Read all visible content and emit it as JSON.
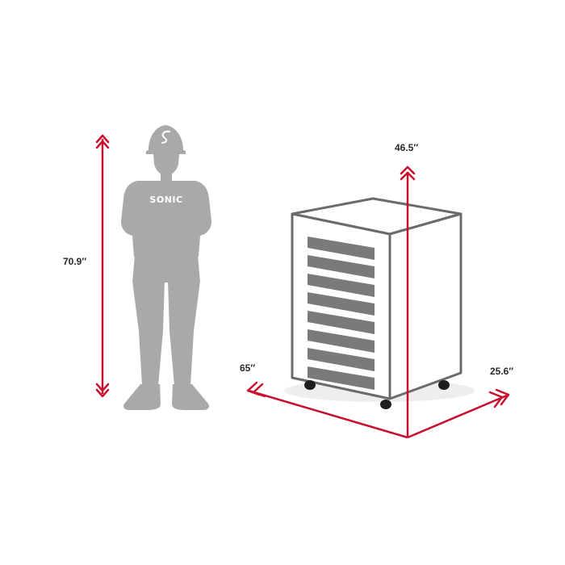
{
  "colors": {
    "accent": "#c8102e",
    "figure": "#a9a9a9",
    "outline": "#6b6b6b",
    "drawer": "#7a7a7a",
    "label": "#2a2a2a",
    "shadow": "#eeeeee"
  },
  "person": {
    "logo": "SONIC",
    "height_label": "70.9″"
  },
  "cabinet": {
    "drawer_count": 8,
    "height_label": "46.5″",
    "width_label": "65″",
    "depth_label": "25.6″"
  },
  "icons": [
    "person-silhouette",
    "hard-hat-logo-icon",
    "caster-wheel-icon",
    "double-chevron-arrow-icon"
  ]
}
